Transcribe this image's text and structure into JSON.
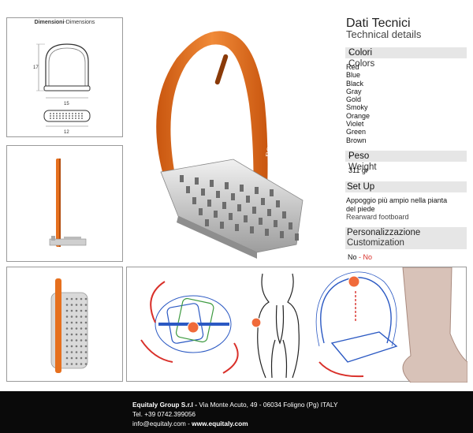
{
  "dimensions": {
    "title_bold": "Dimensioni",
    "title_rest": "-Dimensions",
    "height_label": "17",
    "width_label": "15",
    "base_label": "12"
  },
  "product": {
    "brand_mark": "EQUI",
    "frame_color": "#e6701e"
  },
  "tech": {
    "title_it": "Dati Tecnici",
    "title_en": "Technical details",
    "colors": {
      "label_bold": "Colori",
      "label_rest": "-Colors",
      "items": [
        "Red",
        "Blue",
        "Black",
        "Gray",
        "Gold",
        "Smoky",
        "Orange",
        "Violet",
        "Green",
        "Brown"
      ]
    },
    "weight": {
      "label_bold": "Peso",
      "label_rest": "-Weight",
      "value": "311 gr"
    },
    "setup": {
      "label": "Set Up",
      "desc_it_line1": "Appoggio più ampio nella pianta",
      "desc_it_line2": "del piede",
      "desc_en": "Rearward footboard"
    },
    "custom": {
      "label_it": "Personalizzazione",
      "label_en": "Customization",
      "value_it": "No",
      "value_sep": " - ",
      "value_en": "No"
    }
  },
  "footer": {
    "company": "Equitaly Group S.r.l -",
    "address": " Via Monte Acuto, 49 - 06034 Foligno (Pg) ITALY",
    "tel": "Tel. +39 0742.399056",
    "email": "info@equitaly.com -",
    "web": " www.equitaly.com"
  },
  "colors": {
    "accent_orange": "#e6701e",
    "dark_footer": "#0a0a0a",
    "band_gray": "#e6e6e6",
    "diagram_blue": "#2b59c3",
    "diagram_red": "#d9302a"
  }
}
